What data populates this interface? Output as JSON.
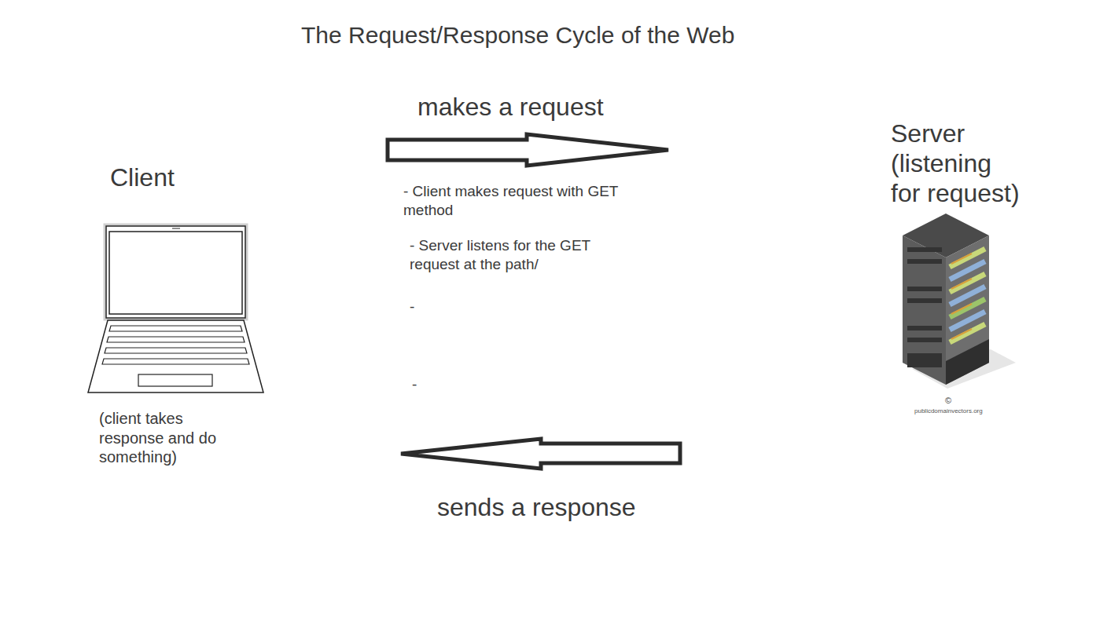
{
  "diagram": {
    "title": "The Request/Response Cycle of the Web",
    "labels": [
      "Client",
      "makes a request",
      "- Client makes request with GET method",
      "- Server listens for the GET request at the path/",
      "-",
      "-",
      "Server (listening for request)",
      "©",
      "publicdomainvectors.org",
      "(client takes response and do something)",
      "sends a response"
    ]
  }
}
